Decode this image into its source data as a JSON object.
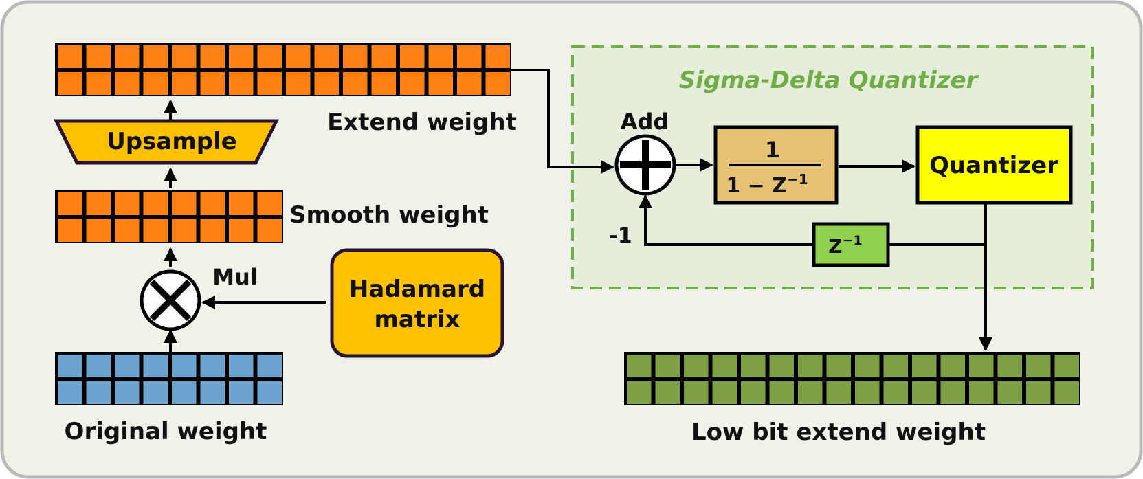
{
  "labels": {
    "extend_weight": "Extend weight",
    "upsample": "Upsample",
    "smooth_weight": "Smooth weight",
    "mul": "Mul",
    "hadamard_line1": "Hadamard",
    "hadamard_line2": "matrix",
    "original_weight": "Original weight",
    "sd_title": "Sigma-Delta Quantizer",
    "add": "Add",
    "integrator_num": "1",
    "integrator_den": "1 − Z",
    "integrator_den_exp": "−1",
    "quantizer": "Quantizer",
    "delay_base": "Z",
    "delay_exp": "−1",
    "neg_one": "-1",
    "low_bit_weight": "Low bit extend weight"
  },
  "colors": {
    "background": "#eff2e9",
    "border": "#b9b9b9",
    "orange_cell": "#ff8113",
    "blue_cell": "#6aa4cf",
    "green_cell": "#7ea043",
    "upsample_fill": "#ffc000",
    "hadamard_fill": "#ffc000",
    "integrator_fill": "#e5c271",
    "quantizer_fill": "#ffff00",
    "delay_fill": "#8fd14f",
    "sd_box_fill": "#e5eddb",
    "sd_box_border": "#70ad47",
    "sd_title": "#70ad47"
  },
  "icons": {
    "multiply": "circle-times-icon",
    "add": "circle-plus-icon"
  }
}
